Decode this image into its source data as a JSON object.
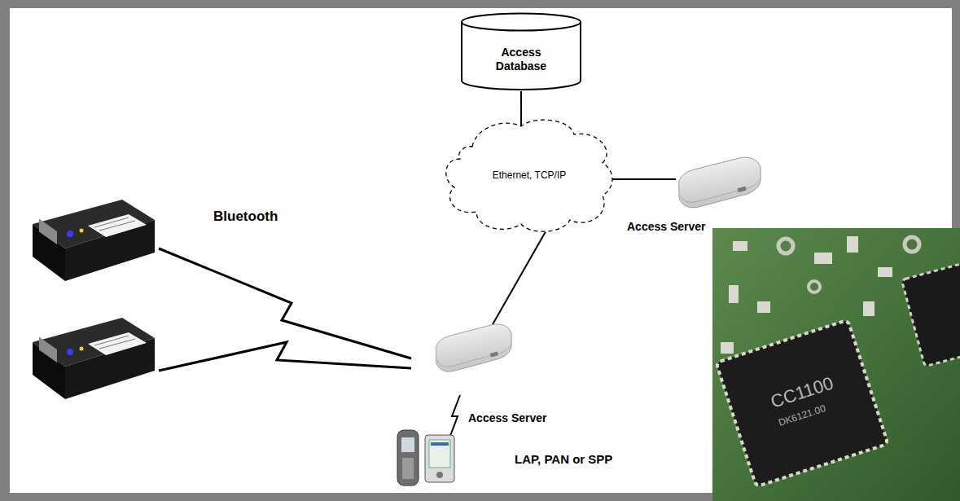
{
  "diagram": {
    "nodes": [
      {
        "text": [
          "Access Database"
        ]
      },
      {
        "text": [
          "Ethernet, TCP/IP"
        ]
      },
      {
        "text": [
          "Access Server"
        ]
      },
      {
        "text": [
          "Access Server"
        ]
      }
    ],
    "edges": [
      {
        "from": 0,
        "to": 1,
        "arrow": "none"
      },
      {
        "from": 1,
        "to": 2,
        "arrow": "none"
      },
      {
        "from": 1,
        "to": 3,
        "arrow": "none"
      }
    ],
    "labels": [
      "Bluetooth",
      "LAP, PAN or SPP",
      "CC1100",
      "DK6121.00"
    ]
  }
}
